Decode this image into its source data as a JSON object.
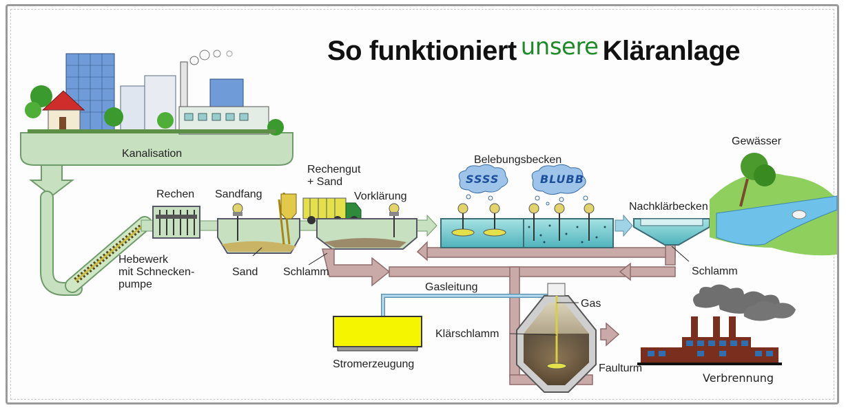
{
  "title": {
    "part1": "So funktioniert",
    "part2": "unsere",
    "part3": "Kläranlage"
  },
  "labels": {
    "kanalisation": "Kanalisation",
    "rechen": "Rechen",
    "hebewerk_1": "Hebewerk",
    "hebewerk_2": "mit Schnecken-",
    "hebewerk_3": "pumpe",
    "sandfang": "Sandfang",
    "sand": "Sand",
    "rechengut_1": "Rechengut",
    "rechengut_2": "+ Sand",
    "vorklaerung": "Vorklärung",
    "schlamm_left": "Schlamm",
    "belebungsbecken": "Belebungsbecken",
    "nachklaerbecken": "Nachklärbecken",
    "schlamm_right": "Schlamm",
    "gewaesser": "Gewässer",
    "gasleitung": "Gasleitung",
    "gas": "Gas",
    "klaerschlamm": "Klärschlamm",
    "stromerzeugung": "Stromerzeugung",
    "faulturm": "Faulturm",
    "verbrennung": "Verbrennung"
  },
  "bubbles": {
    "left": "SSSS",
    "right": "BLUBB"
  },
  "colors": {
    "pipe": "#c7e0c0",
    "pipe_stroke": "#6f9a6a",
    "water": "#8fd3d8",
    "sludge_pipe": "#c9aaa9",
    "gas_pipe": "#8fc1dc",
    "generator": "#f5f500",
    "title_accent": "#1f8a2a",
    "factory": "#7a2e1e"
  }
}
